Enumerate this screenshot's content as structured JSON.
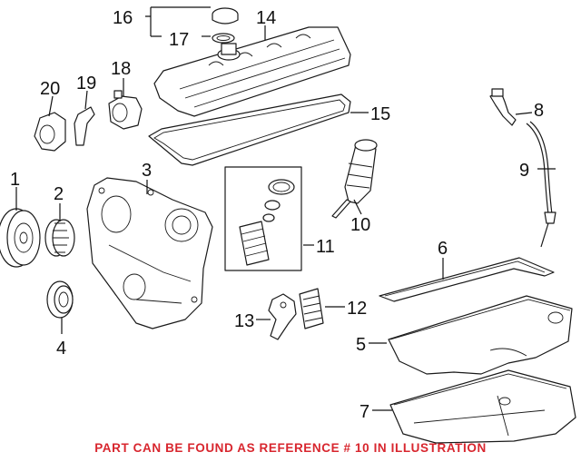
{
  "callouts": [
    {
      "id": "1",
      "label": "1"
    },
    {
      "id": "2",
      "label": "2"
    },
    {
      "id": "3",
      "label": "3"
    },
    {
      "id": "4",
      "label": "4"
    },
    {
      "id": "5",
      "label": "5"
    },
    {
      "id": "6",
      "label": "6"
    },
    {
      "id": "7",
      "label": "7"
    },
    {
      "id": "8",
      "label": "8"
    },
    {
      "id": "9",
      "label": "9"
    },
    {
      "id": "10",
      "label": "10"
    },
    {
      "id": "11",
      "label": "11"
    },
    {
      "id": "12",
      "label": "12"
    },
    {
      "id": "13",
      "label": "13"
    },
    {
      "id": "14",
      "label": "14"
    },
    {
      "id": "15",
      "label": "15"
    },
    {
      "id": "16",
      "label": "16"
    },
    {
      "id": "17",
      "label": "17"
    },
    {
      "id": "18",
      "label": "18"
    },
    {
      "id": "19",
      "label": "19"
    },
    {
      "id": "20",
      "label": "20"
    }
  ],
  "footer_note": "PART CAN BE FOUND AS REFERENCE # 10 IN ILLUSTRATION",
  "colors": {
    "note": "#d8262e",
    "line": "#1a1a1a"
  }
}
